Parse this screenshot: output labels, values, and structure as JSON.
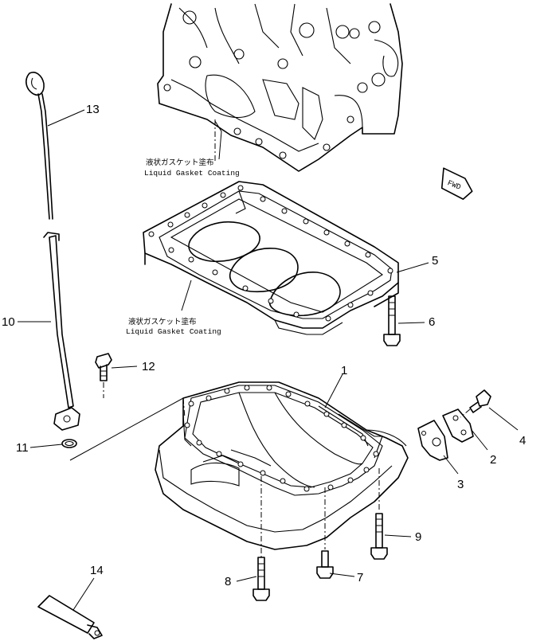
{
  "callouts": [
    {
      "number": "1"
    },
    {
      "number": "2"
    },
    {
      "number": "3"
    },
    {
      "number": "4"
    },
    {
      "number": "5"
    },
    {
      "number": "6"
    },
    {
      "number": "7"
    },
    {
      "number": "8"
    },
    {
      "number": "9"
    },
    {
      "number": "10"
    },
    {
      "number": "11"
    },
    {
      "number": "12"
    },
    {
      "number": "13"
    },
    {
      "number": "14"
    }
  ],
  "notes": {
    "upper": {
      "japanese": "液状ガスケット塗布",
      "english": "Liquid Gasket Coating"
    },
    "lower": {
      "japanese": "液状ガスケット塗布",
      "english": "Liquid Gasket Coating"
    }
  },
  "direction_tag": "FWD"
}
